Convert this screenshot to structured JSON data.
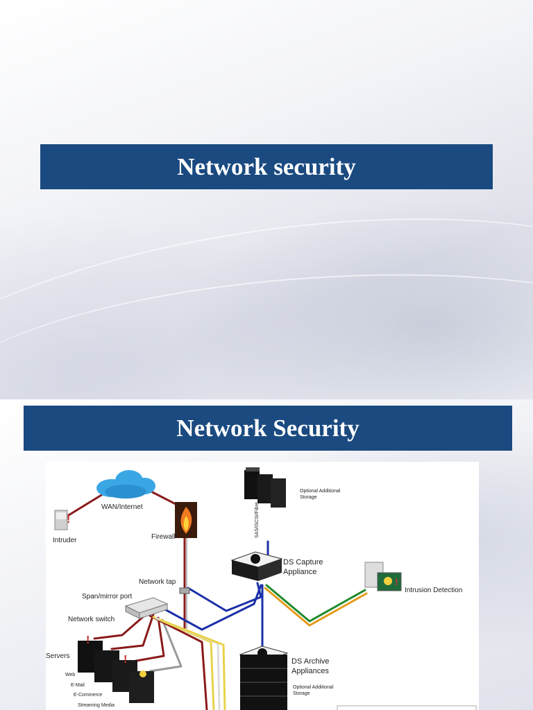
{
  "slides": [
    {
      "title": "Network security"
    },
    {
      "title": "Network Security"
    }
  ],
  "diagram": {
    "labels": {
      "wan": "WAN/Internet",
      "intruder": "Intruder",
      "firewall": "Firewall",
      "network_tap": "Network tap",
      "span_port": "Span/mirror port",
      "network_switch": "Network switch",
      "servers": "Servers",
      "web": "Web",
      "email": "E-Mail",
      "ecommerce": "E-Commerce",
      "streaming": "Streaming Media",
      "optional_storage_line1": "Optional Additional",
      "optional_storage_line2": "Storage",
      "sas": "SAS/iSCSI/Fibre",
      "capture_line1": "DS Capture",
      "capture_line2": "Appliance",
      "intrusion": "Intrusion Detection",
      "archive_line1": "DS Archive",
      "archive_line2": "Appliances",
      "archive_storage_line1": "Optional Additional",
      "archive_storage_line2": "Storage"
    },
    "colors": {
      "banner": "#1a4a80",
      "blue_link": "#1a2fa8",
      "red_link": "#8a1a1a",
      "green_link": "#1f8a2a",
      "orange_link": "#e59a1a",
      "yellow_link": "#e8d24a",
      "cloud": "#3aa7e4"
    }
  }
}
